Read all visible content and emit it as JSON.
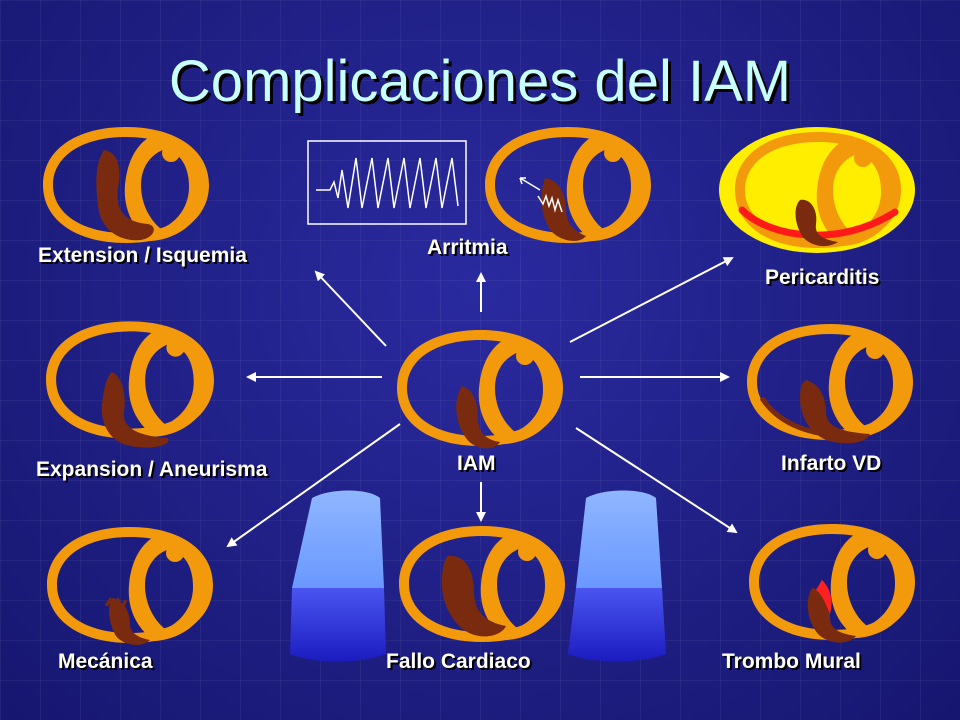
{
  "title": "Complicaciones del IAM",
  "labels": {
    "extension": "Extension / Isquemia",
    "arritmia": "Arritmia",
    "pericarditis": "Pericarditis",
    "expansion": "Expansion / Aneurisma",
    "iam": "IAM",
    "infarto_vd": "Infarto VD",
    "mecanica": "Mecánica",
    "fallo": "Fallo Cardiaco",
    "trombo": "Trombo Mural"
  },
  "colors": {
    "myocardium": "#f39a0c",
    "infarct": "#7a2a0e",
    "arrow": "#ffffff",
    "pericardium": "#ffee00",
    "pericardial_inflammation": "#ff1a1a",
    "thrombus": "#ff2020",
    "volume_top": "#6fa0ff",
    "volume_bottom": "#2a30d8"
  }
}
